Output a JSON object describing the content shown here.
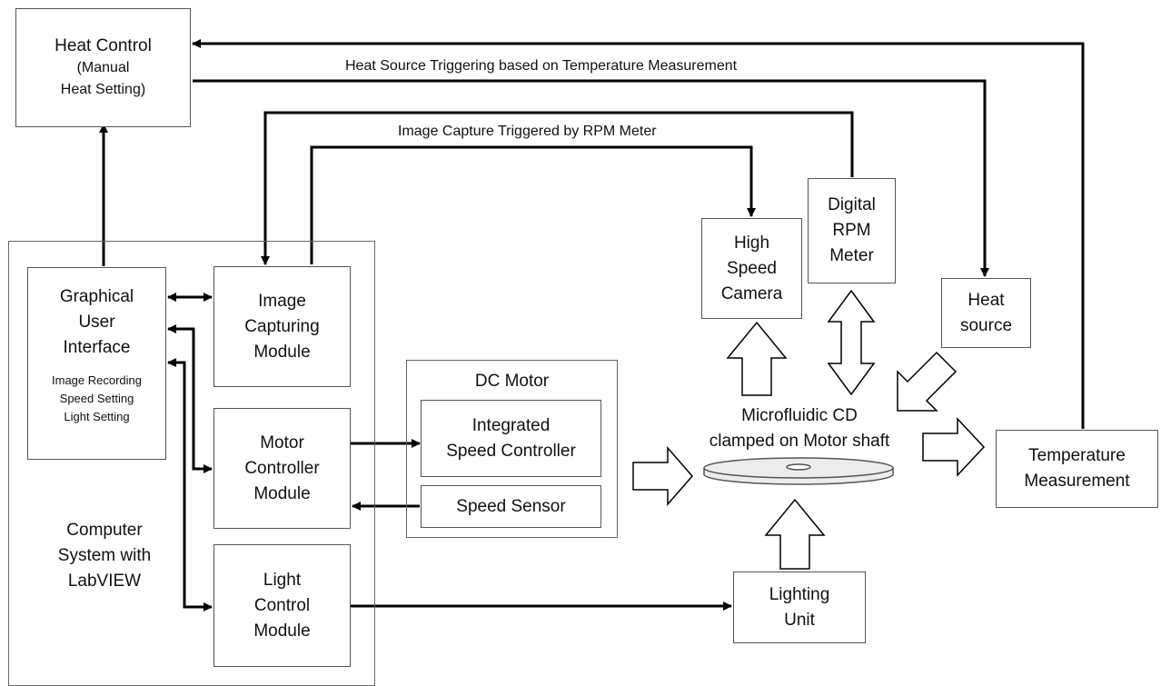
{
  "heat_control": {
    "lines": [
      "Heat Control",
      "(Manual",
      "Heat Setting)"
    ]
  },
  "heat_trigger_label": "Heat Source Triggering based on Temperature Measurement",
  "image_trigger_label": "Image Capture Triggered by RPM Meter",
  "computer_system": {
    "lines": [
      "Computer",
      "System with",
      "LabVIEW"
    ]
  },
  "gui": {
    "lines": [
      "Graphical",
      "User",
      "Interface"
    ],
    "sub_lines": [
      "Image Recording",
      "Speed Setting",
      "Light Setting"
    ]
  },
  "image_module": {
    "lines": [
      "Image",
      "Capturing",
      "Module"
    ]
  },
  "motor_module": {
    "lines": [
      "Motor",
      "Controller",
      "Module"
    ]
  },
  "light_module": {
    "lines": [
      "Light",
      "Control",
      "Module"
    ]
  },
  "dc_motor": {
    "title": "DC Motor",
    "speed_controller": [
      "Integrated",
      "Speed Controller"
    ],
    "speed_sensor": "Speed Sensor"
  },
  "camera": {
    "lines": [
      "High",
      "Speed",
      "Camera"
    ]
  },
  "rpm_meter": {
    "lines": [
      "Digital",
      "RPM",
      "Meter"
    ]
  },
  "heat_source": {
    "lines": [
      "Heat",
      "source"
    ]
  },
  "cd": {
    "lines": [
      "Microfluidic CD",
      "clamped on Motor shaft"
    ]
  },
  "temperature": {
    "lines": [
      "Temperature",
      "Measurement"
    ]
  },
  "lighting": {
    "lines": [
      "Lighting",
      "Unit"
    ]
  }
}
